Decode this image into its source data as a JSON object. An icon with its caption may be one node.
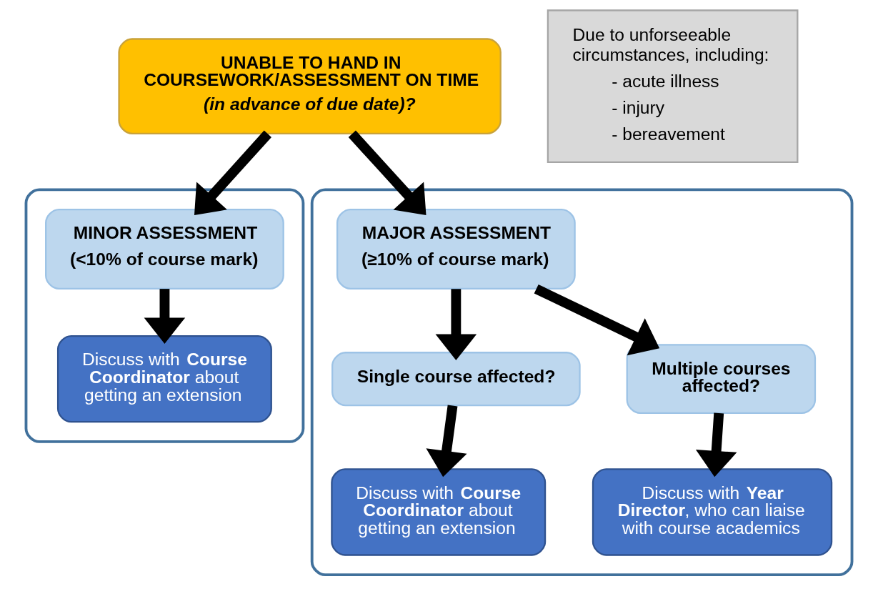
{
  "diagram": {
    "nodes": [
      {
        "text": [
          "UNABLE TO HAND IN COURSEWORK/ASSESSMENT ON TIME",
          "(in advance of due date)?"
        ]
      },
      {
        "text": [
          "Due to unforseeable circumstances, including:",
          "- acute illness",
          "- injury",
          "- bereavement"
        ]
      },
      {
        "text": [],
        "shape": "box"
      },
      {
        "text": [
          "MINOR ASSESSMENT",
          "(<10% of course mark)"
        ],
        "in": 2
      },
      {
        "text": [
          "Discuss with **Course Coordinator** about getting an extension"
        ],
        "in": 2
      },
      {
        "text": [],
        "shape": "box"
      },
      {
        "text": [
          "MAJOR ASSESSMENT",
          "(≥10% of course mark)"
        ],
        "in": 5
      },
      {
        "text": [
          "Single course affected?"
        ],
        "in": 5
      },
      {
        "text": [
          "Multiple courses affected?"
        ],
        "in": 5
      },
      {
        "text": [
          "Discuss with **Course Coordinator** about getting an extension"
        ],
        "in": 5
      },
      {
        "text": [
          "Discuss with **Year Director**, who can liaise with course academics"
        ],
        "in": 5
      }
    ],
    "edges": [
      {
        "from": 0,
        "to": 3,
        "arrow": "to"
      },
      {
        "from": 0,
        "to": 6,
        "arrow": "to"
      },
      {
        "from": 3,
        "to": 4,
        "arrow": "to"
      },
      {
        "from": 6,
        "to": 7,
        "arrow": "to"
      },
      {
        "from": 6,
        "to": 8,
        "arrow": "to"
      },
      {
        "from": 7,
        "to": 9,
        "arrow": "to"
      },
      {
        "from": 8,
        "to": 10,
        "arrow": "to"
      }
    ]
  }
}
